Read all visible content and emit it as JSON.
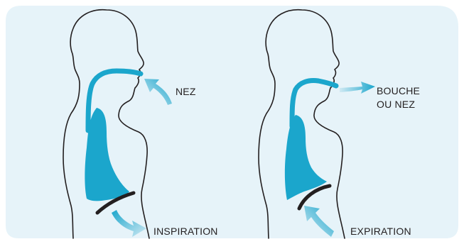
{
  "colors": {
    "panel_background": "#e6f3f9",
    "airway": "#1ba6cc",
    "lungs": "#1ba6cc",
    "diaphragm": "#231f20",
    "outline": "#231f20",
    "arrow_light": "#cfe9f3",
    "arrow_dark": "#1ba6cc",
    "text": "#231f20"
  },
  "labels": {
    "nez": "NEZ",
    "bouche": "BOUCHE",
    "ou_nez": "OU NEZ",
    "inspiration": "INSPIRATION",
    "expiration": "EXPIRATION"
  },
  "figures": {
    "inspiration": {
      "diaphragm_state": "contracted (flattened, pulled down)",
      "air_flow": "in through nose"
    },
    "expiration": {
      "diaphragm_state": "relaxed (domed, pushed up)",
      "air_flow": "out through mouth or nose"
    }
  }
}
